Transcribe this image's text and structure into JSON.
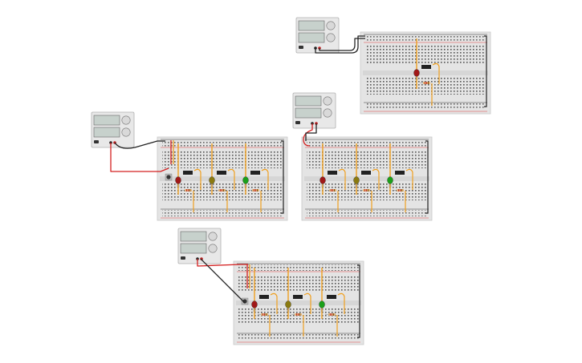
{
  "circuit": {
    "power_supplies": [
      {
        "id": "psu-top-right"
      },
      {
        "id": "psu-left"
      },
      {
        "id": "psu-middle"
      },
      {
        "id": "psu-bottom"
      }
    ],
    "breadboards": [
      {
        "id": "bb-top-right",
        "led_colors": [
          "#a01818"
        ]
      },
      {
        "id": "bb-left",
        "led_colors": [
          "#a01818",
          "#8a7a10",
          "#1aa01a"
        ],
        "has_pushbutton": true
      },
      {
        "id": "bb-middle",
        "led_colors": [
          "#a01818",
          "#8a7a10",
          "#1aa01a"
        ],
        "has_pushbutton": false
      },
      {
        "id": "bb-bottom",
        "led_colors": [
          "#a01818",
          "#8a7a10",
          "#1aa01a"
        ],
        "has_pushbutton": true
      }
    ],
    "wire_colors": {
      "positive": "#d42020",
      "negative": "#222222",
      "jumper": "#f0a020",
      "rail_red": "#e04040",
      "rail_black": "#333333"
    },
    "led_color_names": [
      "red",
      "yellow",
      "green"
    ]
  }
}
